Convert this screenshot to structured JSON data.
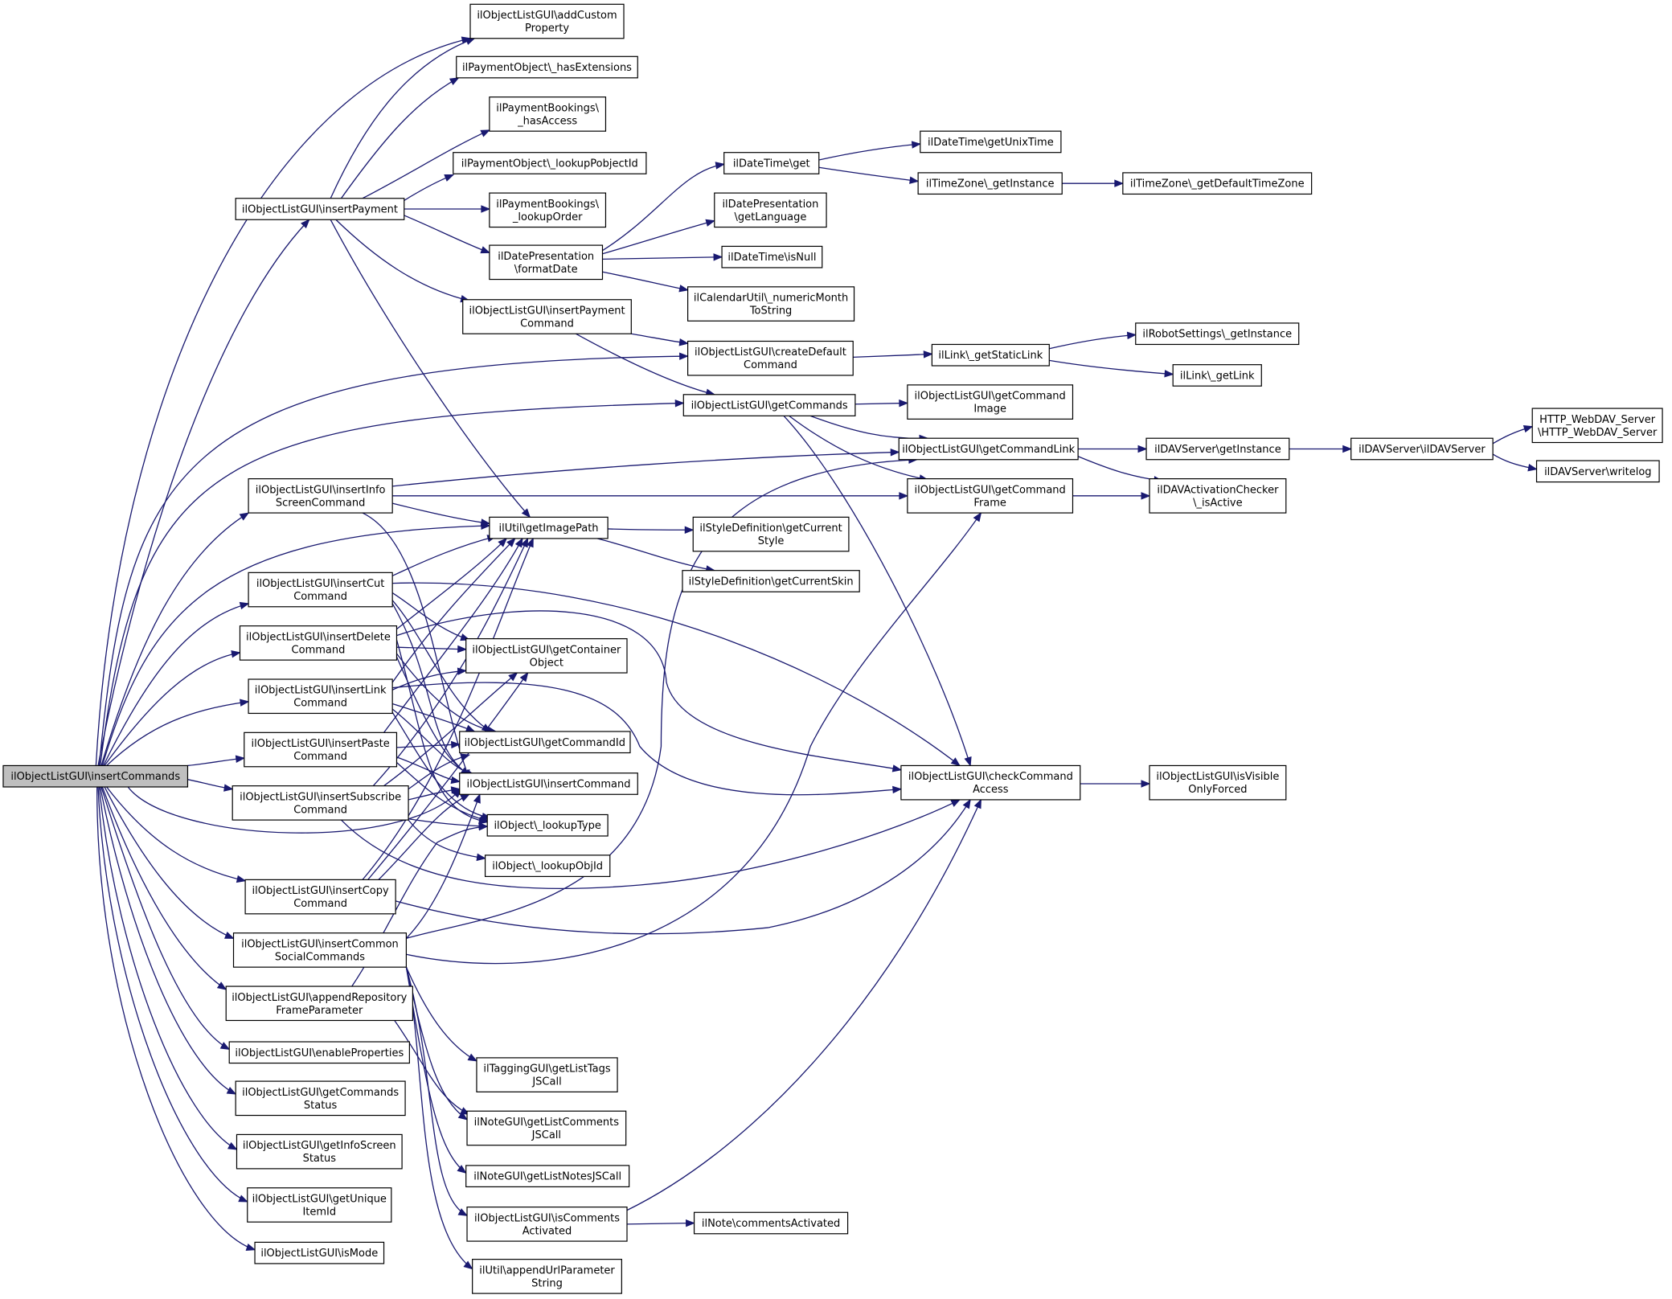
{
  "diagram": {
    "type": "call-graph",
    "colors": {
      "edge": "#191970",
      "root_fill": "#bfbfbf",
      "node_fill": "#ffffff",
      "node_border": "#000000"
    },
    "nodes": [
      {
        "id": "root",
        "lines": [
          "ilObjectListGUI\\insertCommands"
        ]
      },
      {
        "id": "addCustomProperty",
        "lines": [
          "ilObjectListGUI\\addCustom",
          "Property"
        ]
      },
      {
        "id": "hasExtensions",
        "lines": [
          "ilPaymentObject\\_hasExtensions"
        ]
      },
      {
        "id": "hasAccess",
        "lines": [
          "ilPaymentBookings\\",
          "_hasAccess"
        ]
      },
      {
        "id": "lookupPobjectId",
        "lines": [
          "ilPaymentObject\\_lookupPobjectId"
        ]
      },
      {
        "id": "insertPayment",
        "lines": [
          "ilObjectListGUI\\insertPayment"
        ]
      },
      {
        "id": "lookupOrder",
        "lines": [
          "ilPaymentBookings\\",
          "_lookupOrder"
        ]
      },
      {
        "id": "formatDate",
        "lines": [
          "ilDatePresentation",
          "\\formatDate"
        ]
      },
      {
        "id": "insertPaymentCommand",
        "lines": [
          "ilObjectListGUI\\insertPayment",
          "Command"
        ]
      },
      {
        "id": "dtGet",
        "lines": [
          "ilDateTime\\get"
        ]
      },
      {
        "id": "getLanguage",
        "lines": [
          "ilDatePresentation",
          "\\getLanguage"
        ]
      },
      {
        "id": "isNull",
        "lines": [
          "ilDateTime\\isNull"
        ]
      },
      {
        "id": "numericMonth",
        "lines": [
          "ilCalendarUtil\\_numericMonth",
          "ToString"
        ]
      },
      {
        "id": "getUnixTime",
        "lines": [
          "ilDateTime\\getUnixTime"
        ]
      },
      {
        "id": "tzGetInstance",
        "lines": [
          "ilTimeZone\\_getInstance"
        ]
      },
      {
        "id": "getDefaultTimeZone",
        "lines": [
          "ilTimeZone\\_getDefaultTimeZone"
        ]
      },
      {
        "id": "createDefaultCommand",
        "lines": [
          "ilObjectListGUI\\createDefault",
          "Command"
        ]
      },
      {
        "id": "getStaticLink",
        "lines": [
          "ilLink\\_getStaticLink"
        ]
      },
      {
        "id": "robotGetInstance",
        "lines": [
          "ilRobotSettings\\_getInstance"
        ]
      },
      {
        "id": "getLink",
        "lines": [
          "ilLink\\_getLink"
        ]
      },
      {
        "id": "getCommands",
        "lines": [
          "ilObjectListGUI\\getCommands"
        ]
      },
      {
        "id": "getCommandImage",
        "lines": [
          "ilObjectListGUI\\getCommand",
          "Image"
        ]
      },
      {
        "id": "getCommandLink",
        "lines": [
          "ilObjectListGUI\\getCommandLink"
        ]
      },
      {
        "id": "davGetInstance",
        "lines": [
          "ilDAVServer\\getInstance"
        ]
      },
      {
        "id": "davConstruct",
        "lines": [
          "ilDAVServer\\ilDAVServer"
        ]
      },
      {
        "id": "httpWebDav",
        "lines": [
          "HTTP_WebDAV_Server",
          "\\HTTP_WebDAV_Server"
        ]
      },
      {
        "id": "writelog",
        "lines": [
          "ilDAVServer\\writelog"
        ]
      },
      {
        "id": "insertInfoScreen",
        "lines": [
          "ilObjectListGUI\\insertInfo",
          "ScreenCommand"
        ]
      },
      {
        "id": "getCommandFrame",
        "lines": [
          "ilObjectListGUI\\getCommand",
          "Frame"
        ]
      },
      {
        "id": "isActive",
        "lines": [
          "ilDAVActivationChecker",
          "\\_isActive"
        ]
      },
      {
        "id": "getImagePath",
        "lines": [
          "ilUtil\\getImagePath"
        ]
      },
      {
        "id": "getCurrentStyle",
        "lines": [
          "ilStyleDefinition\\getCurrent",
          "Style"
        ]
      },
      {
        "id": "getCurrentSkin",
        "lines": [
          "ilStyleDefinition\\getCurrentSkin"
        ]
      },
      {
        "id": "insertCut",
        "lines": [
          "ilObjectListGUI\\insertCut",
          "Command"
        ]
      },
      {
        "id": "insertDelete",
        "lines": [
          "ilObjectListGUI\\insertDelete",
          "Command"
        ]
      },
      {
        "id": "getContainerObject",
        "lines": [
          "ilObjectListGUI\\getContainer",
          "Object"
        ]
      },
      {
        "id": "insertLink",
        "lines": [
          "ilObjectListGUI\\insertLink",
          "Command"
        ]
      },
      {
        "id": "insertPaste",
        "lines": [
          "ilObjectListGUI\\insertPaste",
          "Command"
        ]
      },
      {
        "id": "getCommandId",
        "lines": [
          "ilObjectListGUI\\getCommandId"
        ]
      },
      {
        "id": "insertCommand",
        "lines": [
          "ilObjectListGUI\\insertCommand"
        ]
      },
      {
        "id": "checkCommandAccess",
        "lines": [
          "ilObjectListGUI\\checkCommand",
          "Access"
        ]
      },
      {
        "id": "isVisibleOnlyForced",
        "lines": [
          "ilObjectListGUI\\isVisible",
          "OnlyForced"
        ]
      },
      {
        "id": "insertSubscribe",
        "lines": [
          "ilObjectListGUI\\insertSubscribe",
          "Command"
        ]
      },
      {
        "id": "lookupType",
        "lines": [
          "ilObject\\_lookupType"
        ]
      },
      {
        "id": "lookupObjId",
        "lines": [
          "ilObject\\_lookupObjId"
        ]
      },
      {
        "id": "insertCopy",
        "lines": [
          "ilObjectListGUI\\insertCopy",
          "Command"
        ]
      },
      {
        "id": "insertCommonSocial",
        "lines": [
          "ilObjectListGUI\\insertCommon",
          "SocialCommands"
        ]
      },
      {
        "id": "appendRepoFrame",
        "lines": [
          "ilObjectListGUI\\appendRepository",
          "FrameParameter"
        ]
      },
      {
        "id": "enableProperties",
        "lines": [
          "ilObjectListGUI\\enableProperties"
        ]
      },
      {
        "id": "getCommandsStatus",
        "lines": [
          "ilObjectListGUI\\getCommands",
          "Status"
        ]
      },
      {
        "id": "getInfoScreenStatus",
        "lines": [
          "ilObjectListGUI\\getInfoScreen",
          "Status"
        ]
      },
      {
        "id": "getUniqueItemId",
        "lines": [
          "ilObjectListGUI\\getUnique",
          "ItemId"
        ]
      },
      {
        "id": "isMode",
        "lines": [
          "ilObjectListGUI\\isMode"
        ]
      },
      {
        "id": "getListTags",
        "lines": [
          "ilTaggingGUI\\getListTags",
          "JSCall"
        ]
      },
      {
        "id": "getListComments",
        "lines": [
          "ilNoteGUI\\getListComments",
          "JSCall"
        ]
      },
      {
        "id": "getListNotes",
        "lines": [
          "ilNoteGUI\\getListNotesJSCall"
        ]
      },
      {
        "id": "isCommentsActivated",
        "lines": [
          "ilObjectListGUI\\isComments",
          "Activated"
        ]
      },
      {
        "id": "commentsActivated",
        "lines": [
          "ilNote\\commentsActivated"
        ]
      },
      {
        "id": "appendUrlParam",
        "lines": [
          "ilUtil\\appendUrlParameter",
          "String"
        ]
      }
    ]
  }
}
